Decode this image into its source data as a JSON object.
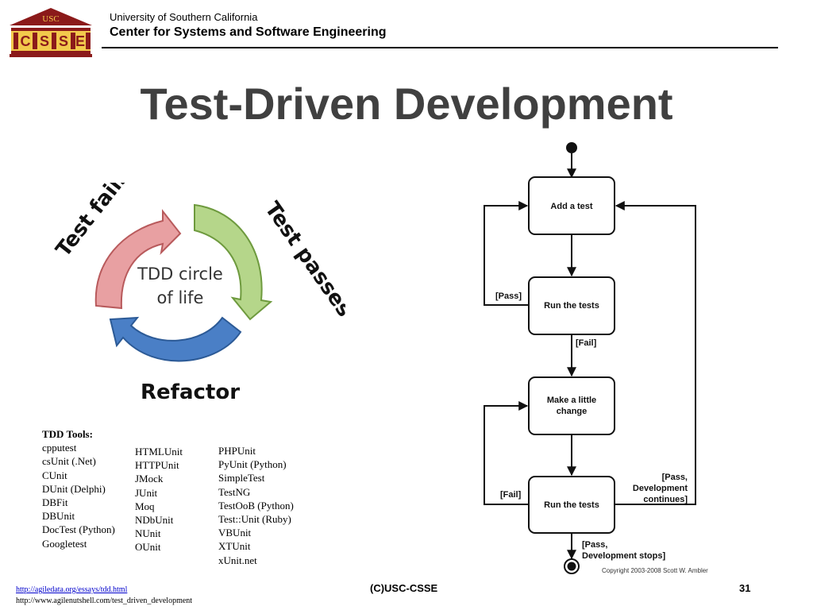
{
  "header": {
    "logo_top": "USC",
    "logo_letters": [
      "C",
      "S",
      "S",
      "E"
    ],
    "university": "University of Southern California",
    "center": "Center for Systems and Software Engineering"
  },
  "title": "Test-Driven Development",
  "cycle": {
    "center_line1": "TDD circle",
    "center_line2": "of life",
    "fails_label": "Test fails",
    "passes_label": "Test passes",
    "refactor_label": "Refactor",
    "colors": {
      "fails": "#e8a0a2",
      "passes": "#b5d68a",
      "refactor": "#4a7fc6"
    }
  },
  "flow": {
    "nodes": {
      "add_test": "Add a test",
      "run_tests_1": "Run the tests",
      "make_change_line1": "Make a little",
      "make_change_line2": "change",
      "run_tests_2": "Run the tests"
    },
    "labels": {
      "pass": "[Pass]",
      "fail_1": "[Fail]",
      "fail_2": "[Fail]",
      "pass_continue_1": "[Pass,",
      "pass_continue_2": "Development",
      "pass_continue_3": "continues]",
      "pass_stop_1": "[Pass,",
      "pass_stop_2": "Development stops]"
    },
    "copyright": "Copyright 2003-2008 Scott W. Ambler"
  },
  "tools": {
    "heading": "TDD Tools:",
    "col1": [
      "cpputest",
      "csUnit (.Net)",
      "CUnit",
      "DUnit (Delphi)",
      "DBFit",
      "DBUnit",
      "DocTest (Python)",
      "Googletest"
    ],
    "col2": [
      "HTMLUnit",
      "HTTPUnit",
      "JMock",
      "JUnit",
      "Moq",
      "NDbUnit",
      "NUnit",
      "OUnit"
    ],
    "col3": [
      "PHPUnit",
      "PyUnit (Python)",
      "SimpleTest",
      "TestNG",
      "TestOoB (Python)",
      "Test::Unit (Ruby)",
      "VBUnit",
      "XTUnit",
      "xUnit.net"
    ]
  },
  "footer": {
    "link1": "http://agiledata.org/essays/tdd.html",
    "link2": "http://www.agilenutshell.com/test_driven_development",
    "center": "(C)USC-CSSE",
    "page": "31"
  }
}
